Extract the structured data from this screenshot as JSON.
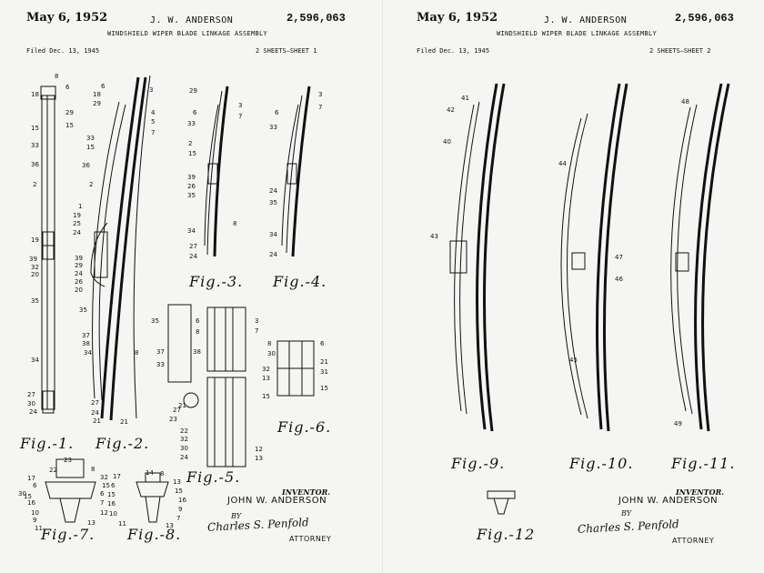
{
  "sheet1": {
    "date": "May 6, 1952",
    "inventor_header": "J. W. ANDERSON",
    "patent_number": "2,596,063",
    "title": "WINDSHIELD WIPER BLADE LINKAGE ASSEMBLY",
    "filed": "Filed Dec. 13, 1945",
    "sheets": "2 SHEETS—SHEET 1",
    "figures": [
      "Fig.-1.",
      "Fig.-2.",
      "Fig.-3.",
      "Fig.-4.",
      "Fig.-5.",
      "Fig.-6.",
      "Fig.-7.",
      "Fig.-8."
    ],
    "inventor_label": "INVENTOR.",
    "inventor_name": "JOHN W. ANDERSON",
    "by": "BY",
    "signature": "Charles S. Penfold",
    "attorney": "ATTORNEY",
    "fig1_refs": [
      "8",
      "6",
      "18",
      "29",
      "15",
      "15",
      "33",
      "36",
      "2",
      "19",
      "39",
      "32",
      "20",
      "35",
      "34",
      "27",
      "30",
      "24"
    ],
    "fig2_refs": [
      "6",
      "18",
      "3",
      "29",
      "4",
      "5",
      "7",
      "33",
      "15",
      "36",
      "2",
      "1",
      "19",
      "25",
      "24",
      "39",
      "29",
      "24",
      "26",
      "20",
      "35",
      "37",
      "38",
      "34",
      "27",
      "24",
      "21",
      "21",
      "8"
    ],
    "fig3_refs": [
      "29",
      "3",
      "7",
      "6",
      "33",
      "2",
      "15",
      "39",
      "26",
      "35",
      "34",
      "8",
      "27",
      "24"
    ],
    "fig4_refs": [
      "3",
      "7",
      "6",
      "33",
      "24",
      "35",
      "34",
      "24"
    ],
    "fig5_refs": [
      "35",
      "6",
      "3",
      "7",
      "8",
      "37",
      "38",
      "33",
      "27",
      "23",
      "22",
      "32",
      "30",
      "24",
      "21",
      "12",
      "13"
    ],
    "fig6_refs": [
      "8",
      "6",
      "30",
      "21",
      "32",
      "31",
      "13",
      "15",
      "15"
    ],
    "fig7_refs": [
      "23",
      "22",
      "17",
      "6",
      "15",
      "16",
      "10",
      "9",
      "11",
      "8",
      "32",
      "15",
      "6",
      "7",
      "12",
      "13",
      "30"
    ],
    "fig8_refs": [
      "17",
      "6",
      "15",
      "16",
      "10",
      "11",
      "14",
      "8",
      "13",
      "15",
      "16",
      "9",
      "7",
      "13"
    ]
  },
  "sheet2": {
    "date": "May 6, 1952",
    "inventor_header": "J. W. ANDERSON",
    "patent_number": "2,596,063",
    "title": "WINDSHIELD WIPER BLADE LINKAGE ASSEMBLY",
    "filed": "Filed Dec. 13, 1945",
    "sheets": "2 SHEETS—SHEET 2",
    "figures": [
      "Fig.-9.",
      "Fig.-10.",
      "Fig.-11.",
      "Fig.-12"
    ],
    "inventor_label": "INVENTOR.",
    "inventor_name": "JOHN W. ANDERSON",
    "by": "BY",
    "signature": "Charles S. Penfold",
    "attorney": "ATTORNEY",
    "fig9_refs": [
      "41",
      "42",
      "40",
      "43"
    ],
    "fig10_refs": [
      "44",
      "47",
      "46",
      "45"
    ],
    "fig11_refs": [
      "48",
      "49"
    ]
  }
}
